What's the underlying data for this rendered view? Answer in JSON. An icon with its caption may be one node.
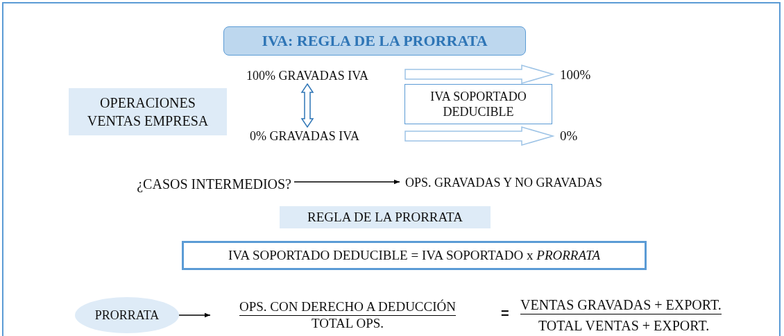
{
  "diagram": {
    "nodes": [
      {
        "text": [
          "IVA: REGLA DE LA PRORRATA"
        ]
      },
      {
        "text": [
          "OPERACIONES VENTAS EMPRESA"
        ]
      },
      {
        "text": [
          "100% GRAVADAS IVA"
        ]
      },
      {
        "text": [
          "0% GRAVADAS IVA"
        ]
      },
      {
        "text": [
          "IVA SOPORTADO DEDUCIBLE"
        ]
      },
      {
        "text": [
          "100%"
        ]
      },
      {
        "text": [
          "0%"
        ]
      },
      {
        "text": [
          "¿CASOS INTERMEDIOS?"
        ]
      },
      {
        "text": [
          "OPS. GRAVADAS Y NO GRAVADAS"
        ]
      },
      {
        "text": [
          "REGLA DE LA PRORRATA"
        ]
      },
      {
        "text": [
          "IVA SOPORTADO DEDUCIBLE = IVA SOPORTADO x *PRORRATA*"
        ]
      },
      {
        "text": [
          "PRORRATA"
        ]
      },
      {
        "text": [
          "OPS. CON DERECHO A DEDUCCIÓN",
          "TOTAL OPS."
        ]
      }
    ],
    "edges": [
      {
        "from": 2,
        "to": 3,
        "arrow": "both",
        "style": "thick",
        "color": "#2e75b6"
      },
      {
        "from": 2,
        "to": 5,
        "arrow": "to",
        "style": "thick",
        "color": "#9dc3e6"
      },
      {
        "from": 3,
        "to": 6,
        "arrow": "to",
        "style": "thick",
        "color": "#9dc3e6"
      },
      {
        "from": 7,
        "to": 8,
        "arrow": "to",
        "color": "#000000"
      },
      {
        "from": 11,
        "to": 12,
        "arrow": "to",
        "color": "#000000"
      }
    ],
    "labels": [
      "=",
      "VENTAS GRAVADAS + EXPORT.",
      "TOTAL VENTAS + EXPORT."
    ]
  }
}
